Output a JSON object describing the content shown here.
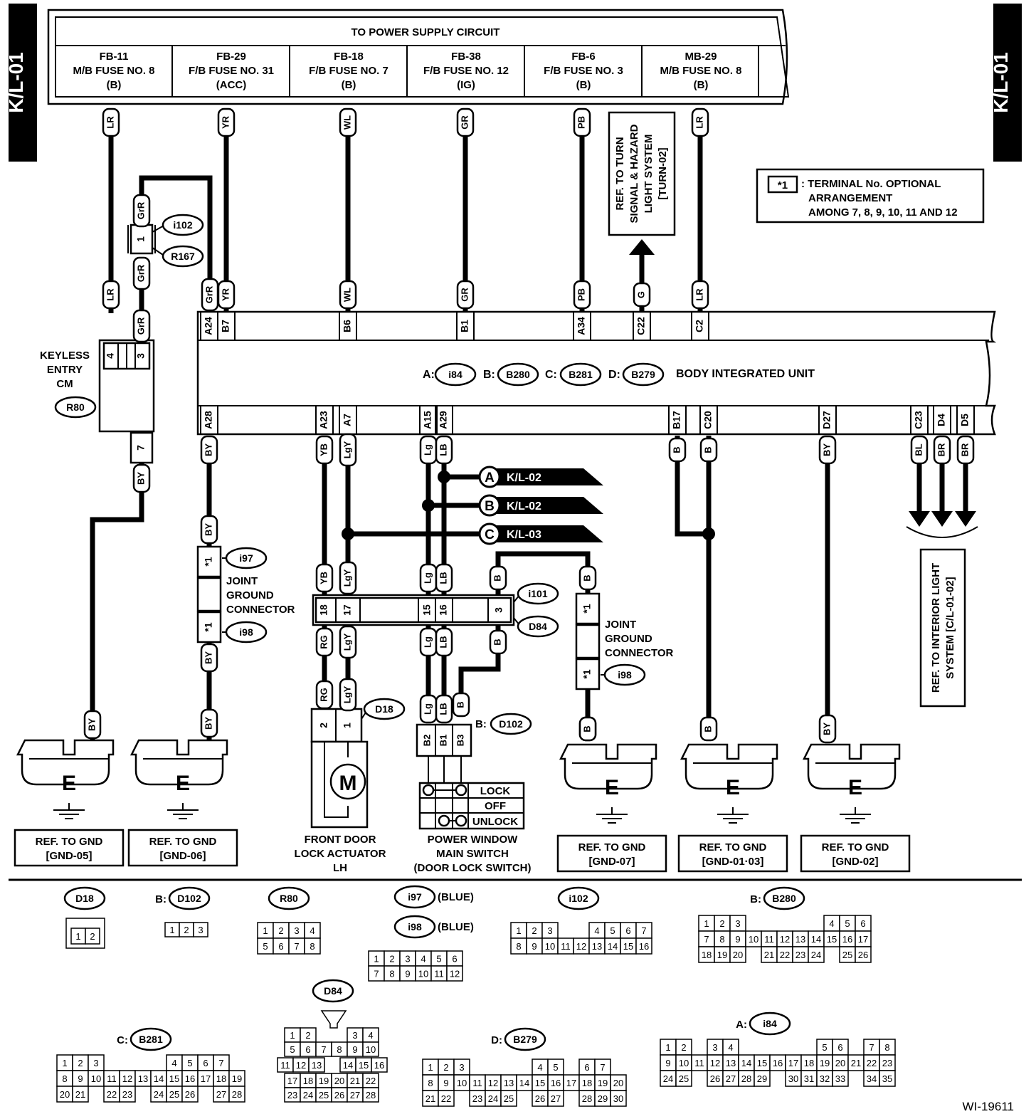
{
  "page": {
    "tab_left": "K/L-01",
    "tab_right": "K/L-01",
    "figure_id": "WI-19611"
  },
  "power_supply": {
    "title": "TO POWER SUPPLY CIRCUIT",
    "fuses": [
      {
        "l1": "FB-11",
        "l2": "M/B FUSE NO. 8",
        "l3": "(B)"
      },
      {
        "l1": "FB-29",
        "l2": "F/B FUSE NO. 31",
        "l3": "(ACC)"
      },
      {
        "l1": "FB-18",
        "l2": "F/B FUSE NO. 7",
        "l3": "(B)"
      },
      {
        "l1": "FB-38",
        "l2": "F/B FUSE NO. 12",
        "l3": "(IG)"
      },
      {
        "l1": "FB-6",
        "l2": "F/B FUSE NO. 3",
        "l3": "(B)"
      },
      {
        "l1": "MB-29",
        "l2": "M/B FUSE NO. 8",
        "l3": "(B)"
      }
    ]
  },
  "wire_codes": {
    "top": [
      "LR",
      "YR",
      "WL",
      "GR",
      "PB",
      "LR"
    ],
    "bcm_top": [
      "LR",
      "GrR",
      "GrR",
      "YR",
      "WL",
      "GR",
      "PB",
      "G",
      "LR"
    ],
    "grr_upper": "GrR",
    "grr_lower": "GrR",
    "bcm_bottom": [
      "BY",
      "YB",
      "LgY",
      "Lg",
      "LB",
      "B",
      "B",
      "BY",
      "BL",
      "BR",
      "BR"
    ],
    "keyless_out": "BY",
    "gnd1_a": "BY",
    "gnd1_b": "BY",
    "gnd1_c": "BY",
    "gnd1_d": "BY",
    "joint2_in": "B",
    "joint2_out": "B",
    "act_top": [
      "YB",
      "LgY"
    ],
    "act_mid": [
      "RG",
      "LgY"
    ],
    "act_low": [
      "RG",
      "LgY"
    ],
    "sw_top": [
      "Lg",
      "LB",
      "B"
    ],
    "sw_mid": [
      "Lg",
      "LB",
      "B"
    ],
    "sw_low": [
      "Lg",
      "LB",
      "B"
    ],
    "gnd5": "BY",
    "gnd_b1": "B",
    "gnd_b2": "B"
  },
  "turn_ref": [
    "REF. TO TURN",
    "SIGNAL & HAZARD",
    "LIGHT SYSTEM",
    "[TURN-02]"
  ],
  "note": {
    "mark": "*1",
    "lines": [
      ": TERMINAL No. OPTIONAL",
      "ARRANGEMENT",
      "AMONG 7, 8, 9, 10, 11 AND 12"
    ]
  },
  "bcm": {
    "top_pins": [
      "A24",
      "B7",
      "B6",
      "B1",
      "A34",
      "C22",
      "C2"
    ],
    "bottom_pins": [
      "A28",
      "A23",
      "A7",
      "A15",
      "A29",
      "B17",
      "C20",
      "D27",
      "C23",
      "D4",
      "D5"
    ],
    "label": "BODY INTEGRATED UNIT",
    "conn_prefixes": [
      "A:",
      "B:",
      "C:",
      "D:"
    ],
    "conn_ids": [
      "i84",
      "B280",
      "B281",
      "B279"
    ]
  },
  "keyless": {
    "lines": [
      "KEYLESS",
      "ENTRY",
      "CM"
    ],
    "conn": "R80",
    "pins_top": [
      "4",
      "3"
    ],
    "pin_bottom": "7"
  },
  "i102": {
    "conn_a": "i102",
    "conn_b": "R167",
    "pin": "1"
  },
  "joint1": {
    "lines": [
      "JOINT",
      "GROUND",
      "CONNECTOR"
    ],
    "conn_a": "i97",
    "conn_b": "i98",
    "mark": "*1"
  },
  "joint2": {
    "lines": [
      "JOINT",
      "GROUND",
      "CONNECTOR"
    ],
    "conn": "i98",
    "mark": "*1"
  },
  "i101": {
    "conn_a": "i101",
    "conn_b": "D84",
    "pins": [
      "18",
      "17",
      "15",
      "16",
      "3"
    ]
  },
  "refs": [
    {
      "id": "A",
      "page": "K/L-02"
    },
    {
      "id": "B",
      "page": "K/L-02"
    },
    {
      "id": "C",
      "page": "K/L-03"
    }
  ],
  "actuator": {
    "lines": [
      "FRONT DOOR",
      "LOCK ACTUATOR",
      "LH"
    ],
    "conn": "D18",
    "pins": [
      "2",
      "1"
    ],
    "motor": "M"
  },
  "pw_switch": {
    "lines": [
      "POWER WINDOW",
      "MAIN SWITCH",
      "(DOOR LOCK SWITCH)"
    ],
    "conn_prefix": "B:",
    "conn": "D102",
    "pins": [
      "B2",
      "B1",
      "B3"
    ],
    "states": [
      "LOCK",
      "OFF",
      "UNLOCK"
    ]
  },
  "grounds": [
    {
      "mark": "E",
      "ref1": "REF. TO GND",
      "ref2": "[GND-05]"
    },
    {
      "mark": "E",
      "ref1": "REF. TO GND",
      "ref2": "[GND-06]"
    },
    {
      "mark": "E",
      "ref1": "REF. TO GND",
      "ref2": "[GND-07]"
    },
    {
      "mark": "E",
      "ref1": "REF. TO GND",
      "ref2": "[GND-01·03]"
    },
    {
      "mark": "E",
      "ref1": "REF. TO GND",
      "ref2": "[GND-02]"
    }
  ],
  "interior_ref": [
    "REF. TO INTERIOR LIGHT",
    "SYSTEM [C/L-01-02]"
  ],
  "connectors": {
    "d18": {
      "name": "D18",
      "rows": [
        [
          "1",
          "2"
        ]
      ]
    },
    "d102": {
      "prefix": "B:",
      "name": "D102",
      "rows": [
        [
          "1",
          "2",
          "3"
        ]
      ]
    },
    "r80": {
      "name": "R80",
      "rows": [
        [
          "1",
          "2",
          "3",
          "4"
        ],
        [
          "5",
          "6",
          "7",
          "8"
        ]
      ]
    },
    "i97": {
      "name": "i97",
      "note": "(BLUE)"
    },
    "i98": {
      "name": "i98",
      "note": "(BLUE)",
      "rows": [
        [
          "1",
          "2",
          "3",
          "4",
          "5",
          "6"
        ],
        [
          "7",
          "8",
          "9",
          "10",
          "11",
          "12"
        ]
      ]
    },
    "i102": {
      "name": "i102",
      "rows": [
        [
          "1",
          "2",
          "3",
          "",
          "",
          "4",
          "5",
          "6",
          "7"
        ],
        [
          "8",
          "9",
          "10",
          "11",
          "12",
          "13",
          "14",
          "15",
          "16"
        ]
      ]
    },
    "b280": {
      "prefix": "B:",
      "name": "B280",
      "rows": [
        [
          "1",
          "2",
          "3",
          "",
          "",
          "",
          "",
          "",
          "4",
          "5",
          "6"
        ],
        [
          "7",
          "8",
          "9",
          "10",
          "11",
          "12",
          "13",
          "14",
          "15",
          "16",
          "17"
        ],
        [
          "18",
          "19",
          "20",
          "",
          "21",
          "22",
          "23",
          "24",
          "",
          "25",
          "26"
        ]
      ]
    },
    "d84": {
      "name": "D84",
      "rows": [
        [
          "1",
          "2",
          "",
          "",
          "3",
          "4"
        ],
        [
          "5",
          "6",
          "7",
          "8",
          "9",
          "10"
        ],
        [
          "11",
          "12",
          "13",
          "",
          "14",
          "15",
          "16"
        ],
        [
          "17",
          "18",
          "19",
          "20",
          "21",
          "22"
        ],
        [
          "23",
          "24",
          "25",
          "26",
          "27",
          "28"
        ]
      ]
    },
    "b281": {
      "prefix": "C:",
      "name": "B281",
      "rows": [
        [
          "1",
          "2",
          "3",
          "",
          "",
          "",
          "",
          "4",
          "5",
          "6",
          "7"
        ],
        [
          "8",
          "9",
          "10",
          "11",
          "12",
          "13",
          "14",
          "15",
          "16",
          "17",
          "18",
          "19"
        ],
        [
          "20",
          "21",
          "",
          "22",
          "23",
          "",
          "24",
          "25",
          "26",
          "",
          "27",
          "28"
        ]
      ]
    },
    "b279": {
      "prefix": "D:",
      "name": "B279",
      "rows": [
        [
          "1",
          "2",
          "3",
          "",
          "",
          "",
          "",
          "4",
          "5",
          "",
          "6",
          "7"
        ],
        [
          "8",
          "9",
          "10",
          "11",
          "12",
          "13",
          "14",
          "15",
          "16",
          "17",
          "18",
          "19",
          "20"
        ],
        [
          "21",
          "22",
          "",
          "23",
          "24",
          "25",
          "",
          "26",
          "27",
          "",
          "28",
          "29",
          "30"
        ]
      ]
    },
    "i84": {
      "prefix": "A:",
      "name": "i84",
      "rows": [
        [
          "1",
          "2",
          "",
          "3",
          "4",
          "",
          "",
          "",
          "",
          "",
          "5",
          "6",
          "",
          "7",
          "8"
        ],
        [
          "9",
          "10",
          "11",
          "12",
          "13",
          "14",
          "15",
          "16",
          "17",
          "18",
          "19",
          "20",
          "21",
          "22",
          "23"
        ],
        [
          "24",
          "25",
          "",
          "26",
          "27",
          "28",
          "29",
          "",
          "30",
          "31",
          "32",
          "33",
          "",
          "34",
          "35"
        ]
      ]
    }
  }
}
